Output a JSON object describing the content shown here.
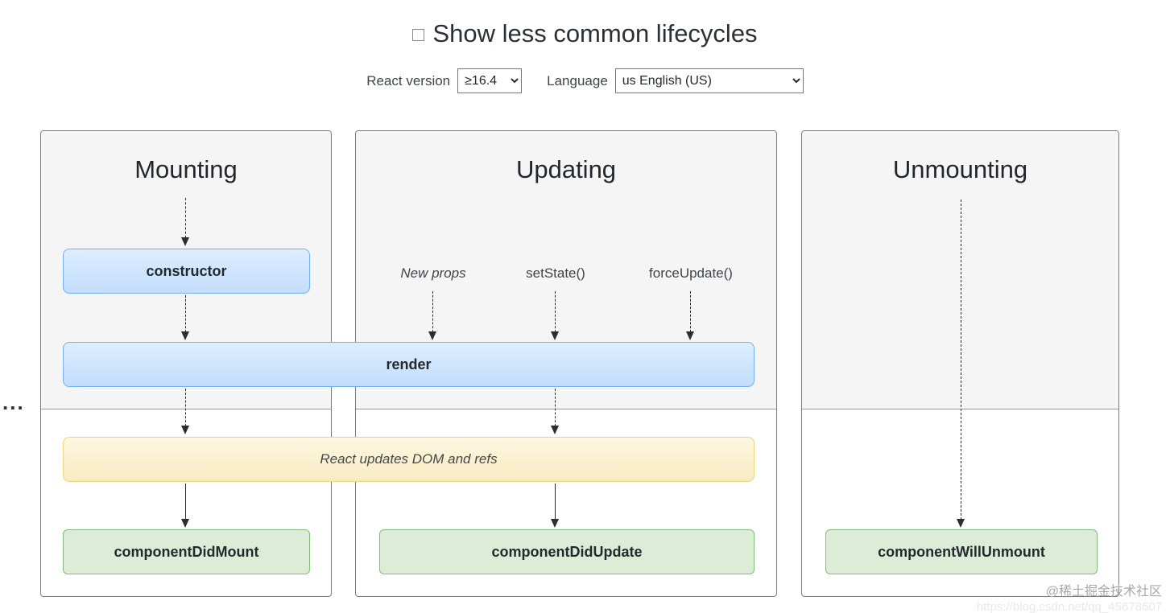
{
  "header": {
    "show_less_label": "Show less common lifecycles",
    "checkbox_checked": false,
    "react_version_label": "React version",
    "react_version_value": "≥16.4",
    "language_label": "Language",
    "language_value": "us English (US)"
  },
  "columns": [
    {
      "title": "Mounting"
    },
    {
      "title": "Updating"
    },
    {
      "title": "Unmounting"
    }
  ],
  "updating_triggers": {
    "new_props": "New props",
    "set_state": "setState()",
    "force_update": "forceUpdate()"
  },
  "boxes": {
    "constructor": "constructor",
    "render": "render",
    "dom_refs": "React updates DOM and refs",
    "did_mount": "componentDidMount",
    "did_update": "componentDidUpdate",
    "will_unmount": "componentWillUnmount"
  },
  "ellipsis": "...",
  "watermark": {
    "community": "@稀土掘金技术社区",
    "url": "https://blog.csdn.net/qq_45678607"
  },
  "colors": {
    "blue_border": "#71b0f6",
    "blue_fill_top": "#ddeefe",
    "blue_fill_bottom": "#c2ddfb",
    "yellow_border": "#eed47a",
    "yellow_fill_top": "#fdf7e1",
    "yellow_fill_bottom": "#f8ecc3",
    "green_border": "#7fbe79",
    "green_fill": "#ddecd7"
  }
}
